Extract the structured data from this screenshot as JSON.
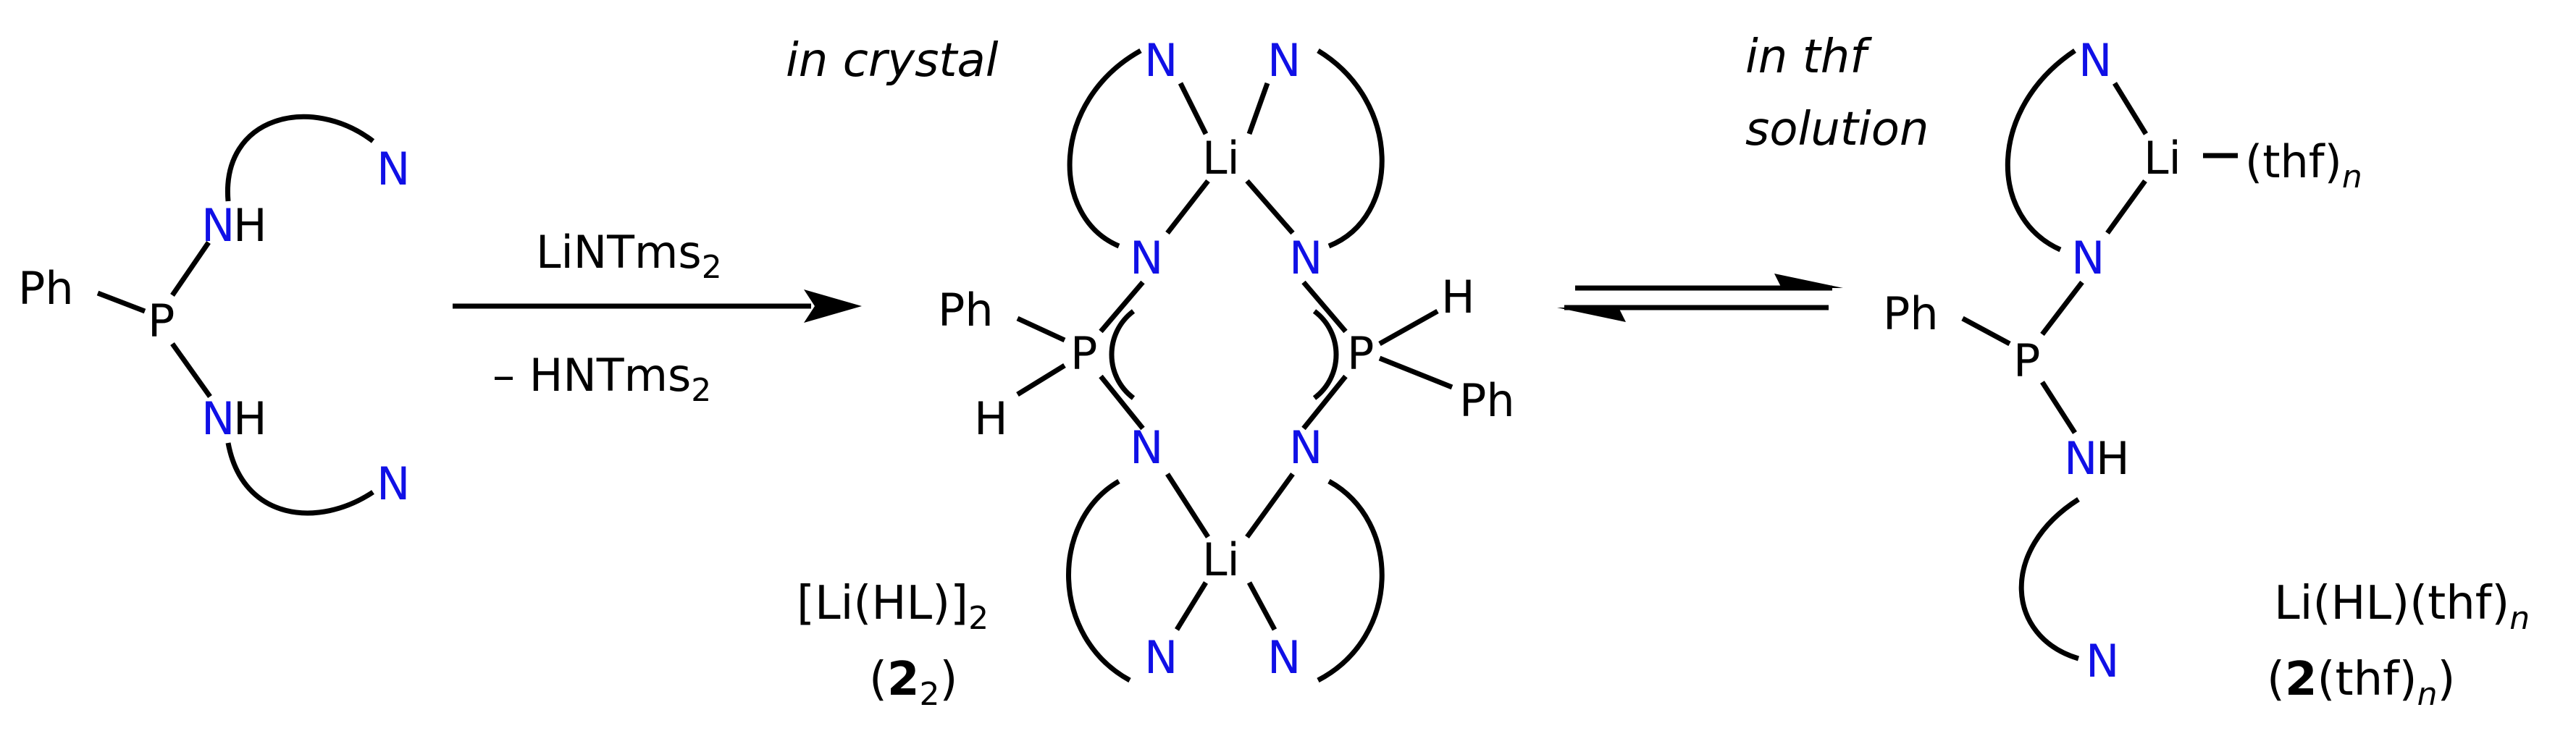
{
  "colors": {
    "nitrogen": "#1010e6",
    "default": "#000000"
  },
  "atoms": {
    "ph": "Ph",
    "p": "P",
    "n": "N",
    "h": "H",
    "li": "Li",
    "thf_n": "(thf)",
    "n_italic": "n"
  },
  "reagents": {
    "top_main": "LiNTms",
    "top_sub": "2",
    "bottom_main": "– HNTms",
    "bottom_sub": "2"
  },
  "conditions": {
    "crystal": "in crystal",
    "thf_line1": "in thf",
    "thf_line2": "solution"
  },
  "labels": {
    "dimer_formula_open": "[Li(HL)]",
    "dimer_formula_sub": "2",
    "dimer_code_open": "(",
    "dimer_code_bold": "2",
    "dimer_code_sub": "2",
    "dimer_code_close": ")",
    "mono_formula_main": "Li(HL)(thf)",
    "mono_formula_n": "n",
    "mono_code_open": "(",
    "mono_code_bold": "2",
    "mono_code_mid": "(thf)",
    "mono_code_n": "n",
    "mono_code_close": ")"
  }
}
